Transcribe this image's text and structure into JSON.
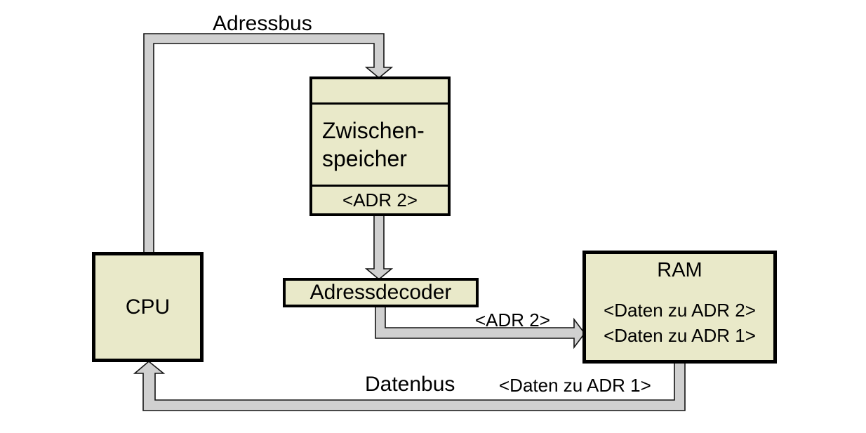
{
  "diagram": {
    "boxes": {
      "cpu": {
        "label": "CPU"
      },
      "buffer": {
        "label_line1": "Zwischen-",
        "label_line2": "speicher",
        "slot": "<ADR 2>"
      },
      "address_decoder": {
        "label": "Adressdecoder"
      },
      "ram": {
        "label": "RAM",
        "line1": "<Daten zu ADR 2>",
        "line2": "<Daten zu ADR 1>"
      }
    },
    "bus_labels": {
      "address_bus": "Adressbus",
      "data_bus": "Datenbus",
      "adr2": "<ADR 2>",
      "daten_zu_adr1": "<Daten zu ADR 1>"
    },
    "colors": {
      "background": "#ffffff",
      "box_fill": "#e9e9c9",
      "box_border": "#000000",
      "bus_fill": "#d0d0d0",
      "bus_stroke": "#141414",
      "text": "#000000"
    }
  }
}
